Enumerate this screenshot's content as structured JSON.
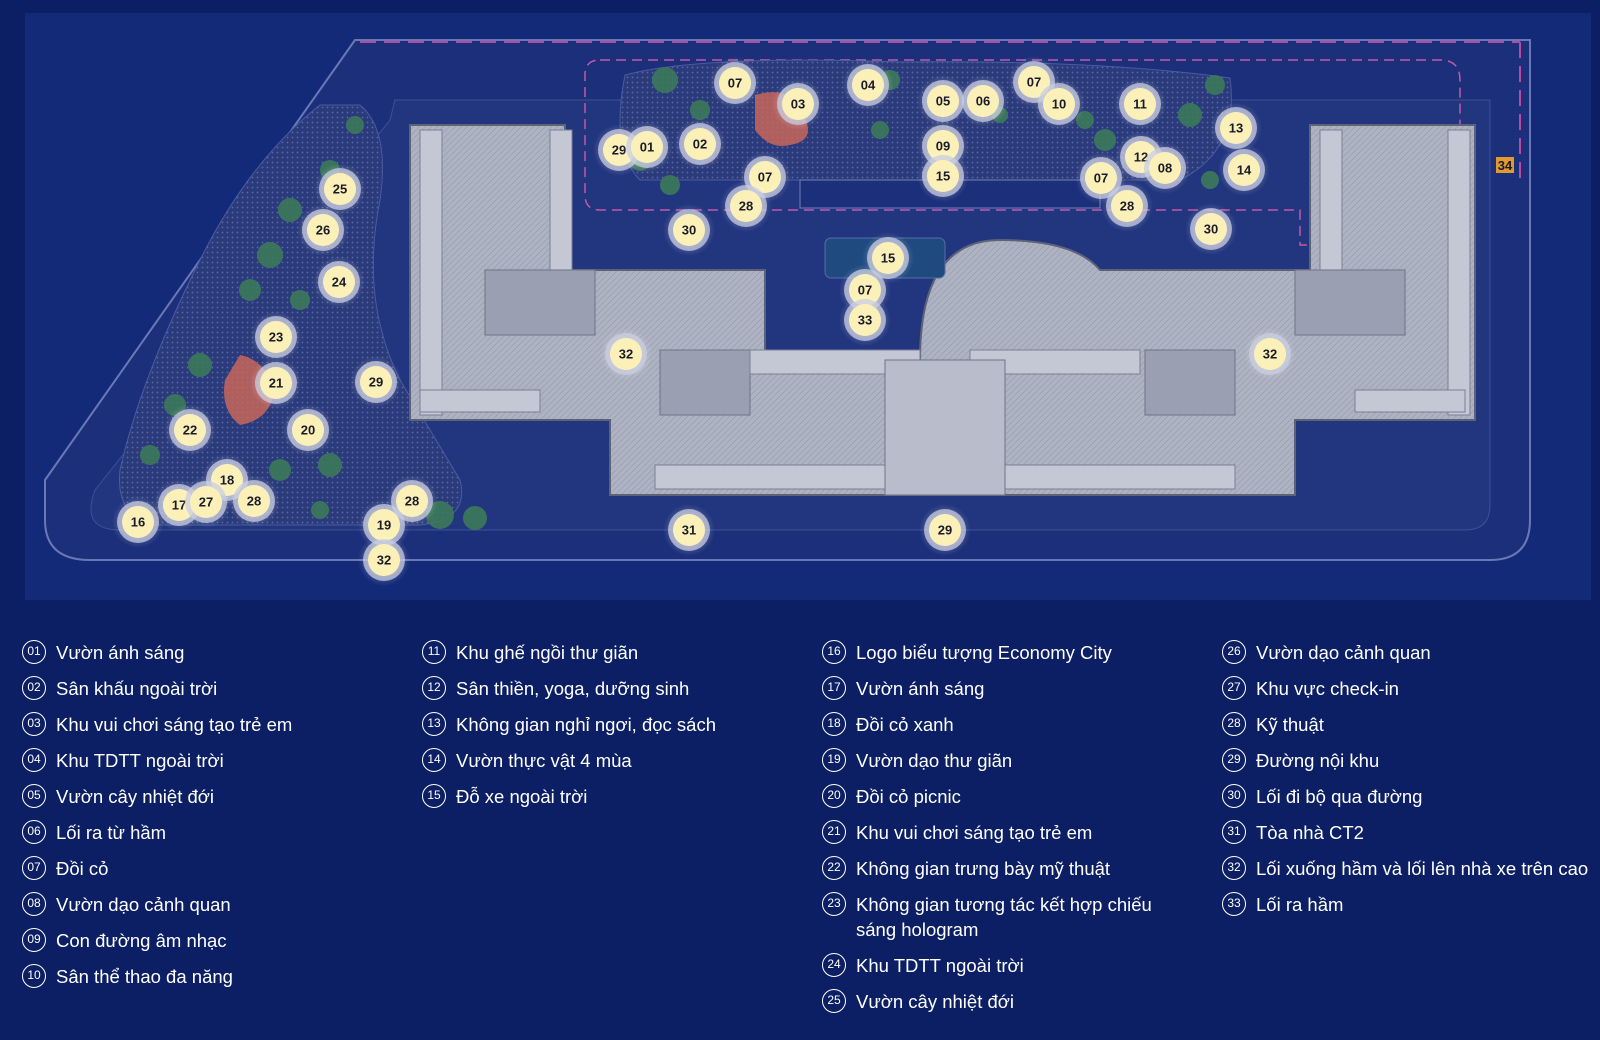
{
  "map": {
    "markers": [
      {
        "num": "07"
      },
      {
        "num": "03"
      },
      {
        "num": "04"
      },
      {
        "num": "05"
      },
      {
        "num": "06"
      },
      {
        "num": "07"
      },
      {
        "num": "10"
      },
      {
        "num": "11"
      },
      {
        "num": "13"
      },
      {
        "num": "29"
      },
      {
        "num": "01"
      },
      {
        "num": "02"
      },
      {
        "num": "09"
      },
      {
        "num": "12"
      },
      {
        "num": "08"
      },
      {
        "num": "14"
      },
      {
        "num": "07"
      },
      {
        "num": "15"
      },
      {
        "num": "07"
      },
      {
        "num": "28"
      },
      {
        "num": "28"
      },
      {
        "num": "25"
      },
      {
        "num": "26"
      },
      {
        "num": "30"
      },
      {
        "num": "30"
      },
      {
        "num": "15"
      },
      {
        "num": "24"
      },
      {
        "num": "07"
      },
      {
        "num": "33"
      },
      {
        "num": "23"
      },
      {
        "num": "32"
      },
      {
        "num": "32"
      },
      {
        "num": "21"
      },
      {
        "num": "29"
      },
      {
        "num": "22"
      },
      {
        "num": "20"
      },
      {
        "num": "18"
      },
      {
        "num": "17"
      },
      {
        "num": "27"
      },
      {
        "num": "28"
      },
      {
        "num": "28"
      },
      {
        "num": "16"
      },
      {
        "num": "19"
      },
      {
        "num": "31"
      },
      {
        "num": "29"
      },
      {
        "num": "32"
      }
    ],
    "parking_label": "34"
  },
  "legend": {
    "columns": [
      [
        {
          "num": "01",
          "text": "Vườn ánh sáng"
        },
        {
          "num": "02",
          "text": "Sân khấu ngoài trời"
        },
        {
          "num": "03",
          "text": "Khu vui chơi sáng tạo trẻ em"
        },
        {
          "num": "04",
          "text": "Khu TDTT ngoài trời"
        },
        {
          "num": "05",
          "text": "Vườn cây nhiệt đới"
        },
        {
          "num": "06",
          "text": "Lối ra từ hầm"
        },
        {
          "num": "07",
          "text": "Đồi cỏ"
        },
        {
          "num": "08",
          "text": "Vườn dạo cảnh quan"
        },
        {
          "num": "09",
          "text": "Con đường âm nhạc"
        },
        {
          "num": "10",
          "text": "Sân thể thao đa năng"
        }
      ],
      [
        {
          "num": "11",
          "text": "Khu ghế ngồi thư giãn"
        },
        {
          "num": "12",
          "text": "Sân thiền, yoga, dưỡng sinh"
        },
        {
          "num": "13",
          "text": "Không gian nghỉ ngơi, đọc sách"
        },
        {
          "num": "14",
          "text": "Vườn thực vật 4 mùa"
        },
        {
          "num": "15",
          "text": "Đỗ xe ngoài trời"
        }
      ],
      [
        {
          "num": "16",
          "text": "Logo biểu tượng Economy City"
        },
        {
          "num": "17",
          "text": "Vườn ánh sáng"
        },
        {
          "num": "18",
          "text": "Đồi cỏ xanh"
        },
        {
          "num": "19",
          "text": "Vườn dạo thư giãn"
        },
        {
          "num": "20",
          "text": "Đồi cỏ picnic"
        },
        {
          "num": "21",
          "text": "Khu vui chơi sáng tạo trẻ em"
        },
        {
          "num": "22",
          "text": "Không gian trưng bày mỹ thuật"
        },
        {
          "num": "23",
          "text": "Không gian tương tác kết hợp chiếu sáng hologram"
        },
        {
          "num": "24",
          "text": "Khu TDTT ngoài trời"
        },
        {
          "num": "25",
          "text": "Vườn cây nhiệt đới"
        }
      ],
      [
        {
          "num": "26",
          "text": "Vườn dạo cảnh quan"
        },
        {
          "num": "27",
          "text": "Khu vực check-in"
        },
        {
          "num": "28",
          "text": "Kỹ thuật"
        },
        {
          "num": "29",
          "text": "Đường nội khu"
        },
        {
          "num": "30",
          "text": "Lối đi bộ qua đường"
        },
        {
          "num": "31",
          "text": "Tòa nhà CT2"
        },
        {
          "num": "32",
          "text": "Lối xuống hầm và lối lên nhà xe trên cao"
        },
        {
          "num": "33",
          "text": "Lối ra hầm"
        }
      ]
    ]
  }
}
